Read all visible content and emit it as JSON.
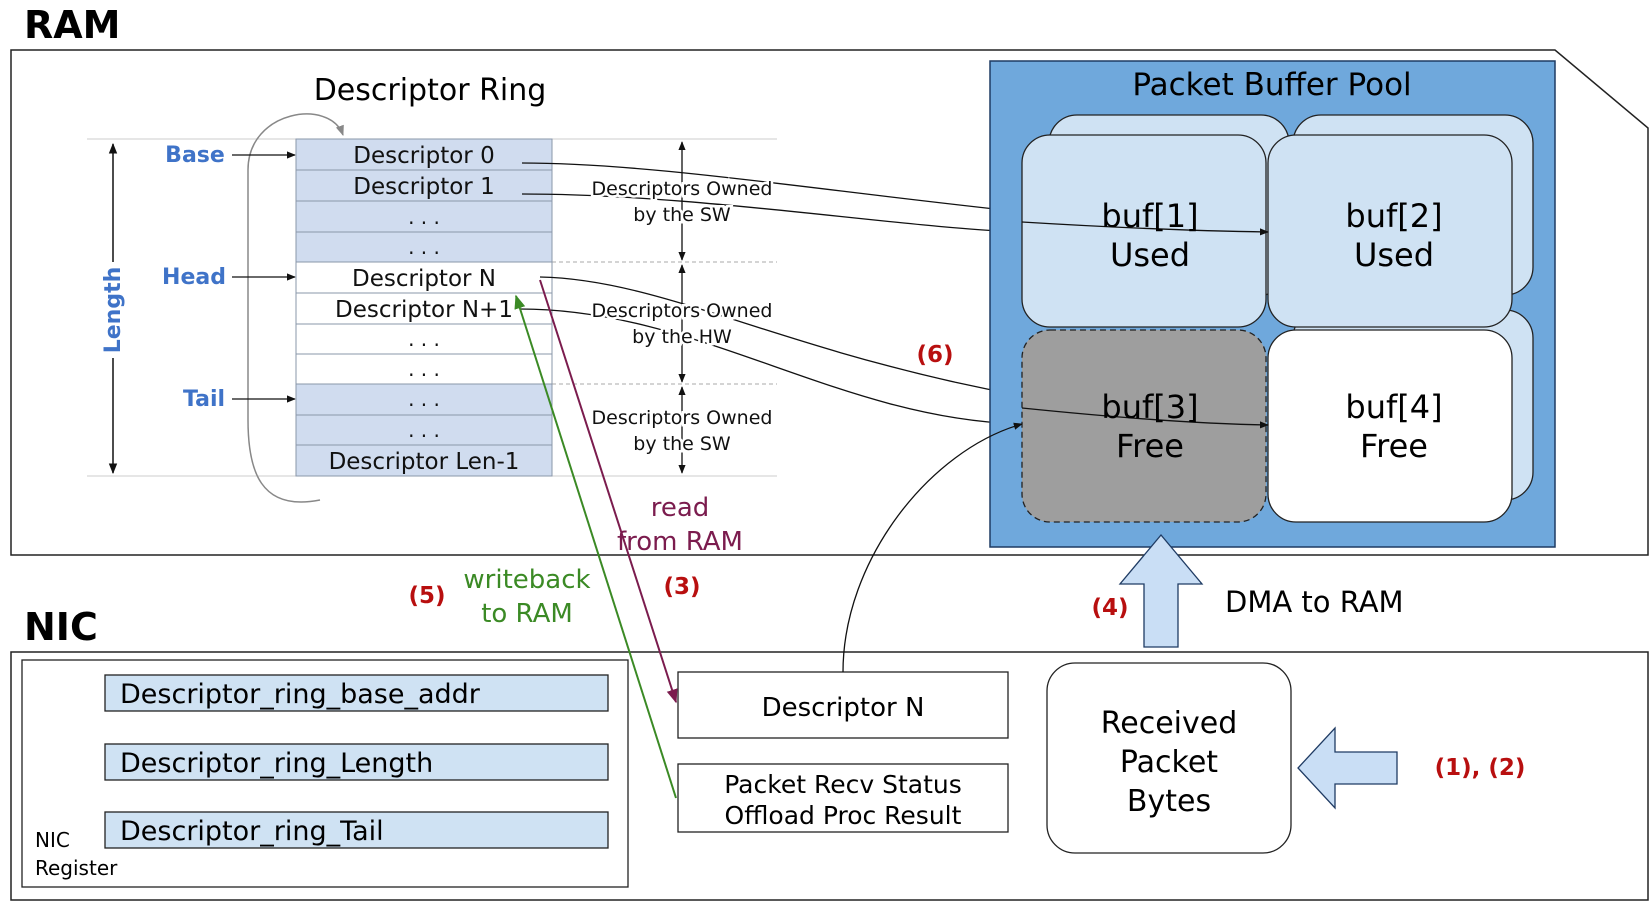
{
  "ram": {
    "title": "RAM",
    "ring_title": "Descriptor Ring",
    "length_label": "Length",
    "pointers": {
      "base": "Base",
      "head": "Head",
      "tail": "Tail"
    },
    "descriptors": [
      "Descriptor 0",
      "Descriptor 1",
      ". . .",
      ". . .",
      "Descriptor N",
      "Descriptor N+1",
      ". . .",
      ". . .",
      ". . .",
      ". . .",
      "Descriptor Len-1"
    ],
    "ownership": [
      {
        "line1": "Descriptors Owned",
        "line2": "by the SW"
      },
      {
        "line1": "Descriptors Owned",
        "line2": "by the HW"
      },
      {
        "line1": "Descriptors Owned",
        "line2": "by the SW"
      }
    ],
    "pool_title": "Packet Buffer Pool",
    "buffers": [
      {
        "name": "buf[1]",
        "state": "Used"
      },
      {
        "name": "buf[2]",
        "state": "Used"
      },
      {
        "name": "buf[3]",
        "state": "Free"
      },
      {
        "name": "buf[4]",
        "state": "Free"
      }
    ]
  },
  "flow": {
    "read_line1": "read",
    "read_line2": "from RAM",
    "writeback_line1": "writeback",
    "writeback_line2": "to RAM",
    "dma": "DMA to RAM",
    "steps": {
      "s1_2": "(1), (2)",
      "s3": "(3)",
      "s4": "(4)",
      "s5": "(5)",
      "s6": "(6)"
    }
  },
  "nic": {
    "title": "NIC",
    "registers": [
      "Descriptor_ring_base_addr",
      "Descriptor_ring_Length",
      "Descriptor_ring_Tail"
    ],
    "register_caption_line1": "NIC",
    "register_caption_line2": "Register",
    "descriptor_n": "Descriptor N",
    "status_line1": "Packet Recv Status",
    "status_line2": "Offload Proc Result",
    "received_line1": "Received",
    "received_line2": "Packet",
    "received_line3": "Bytes"
  },
  "colors": {
    "descriptor_fill": "#d0dcef",
    "pointer_blue": "#3f73c8",
    "pool_blue": "#6fa8dc",
    "buffer_used": "#cfe2f3",
    "buffer_free_grey": "#9e9e9e",
    "read_purple": "#7b1c4e",
    "writeback_green": "#3b8a25",
    "step_red": "#b80f0f",
    "dma_arrow": "#c9def5"
  }
}
